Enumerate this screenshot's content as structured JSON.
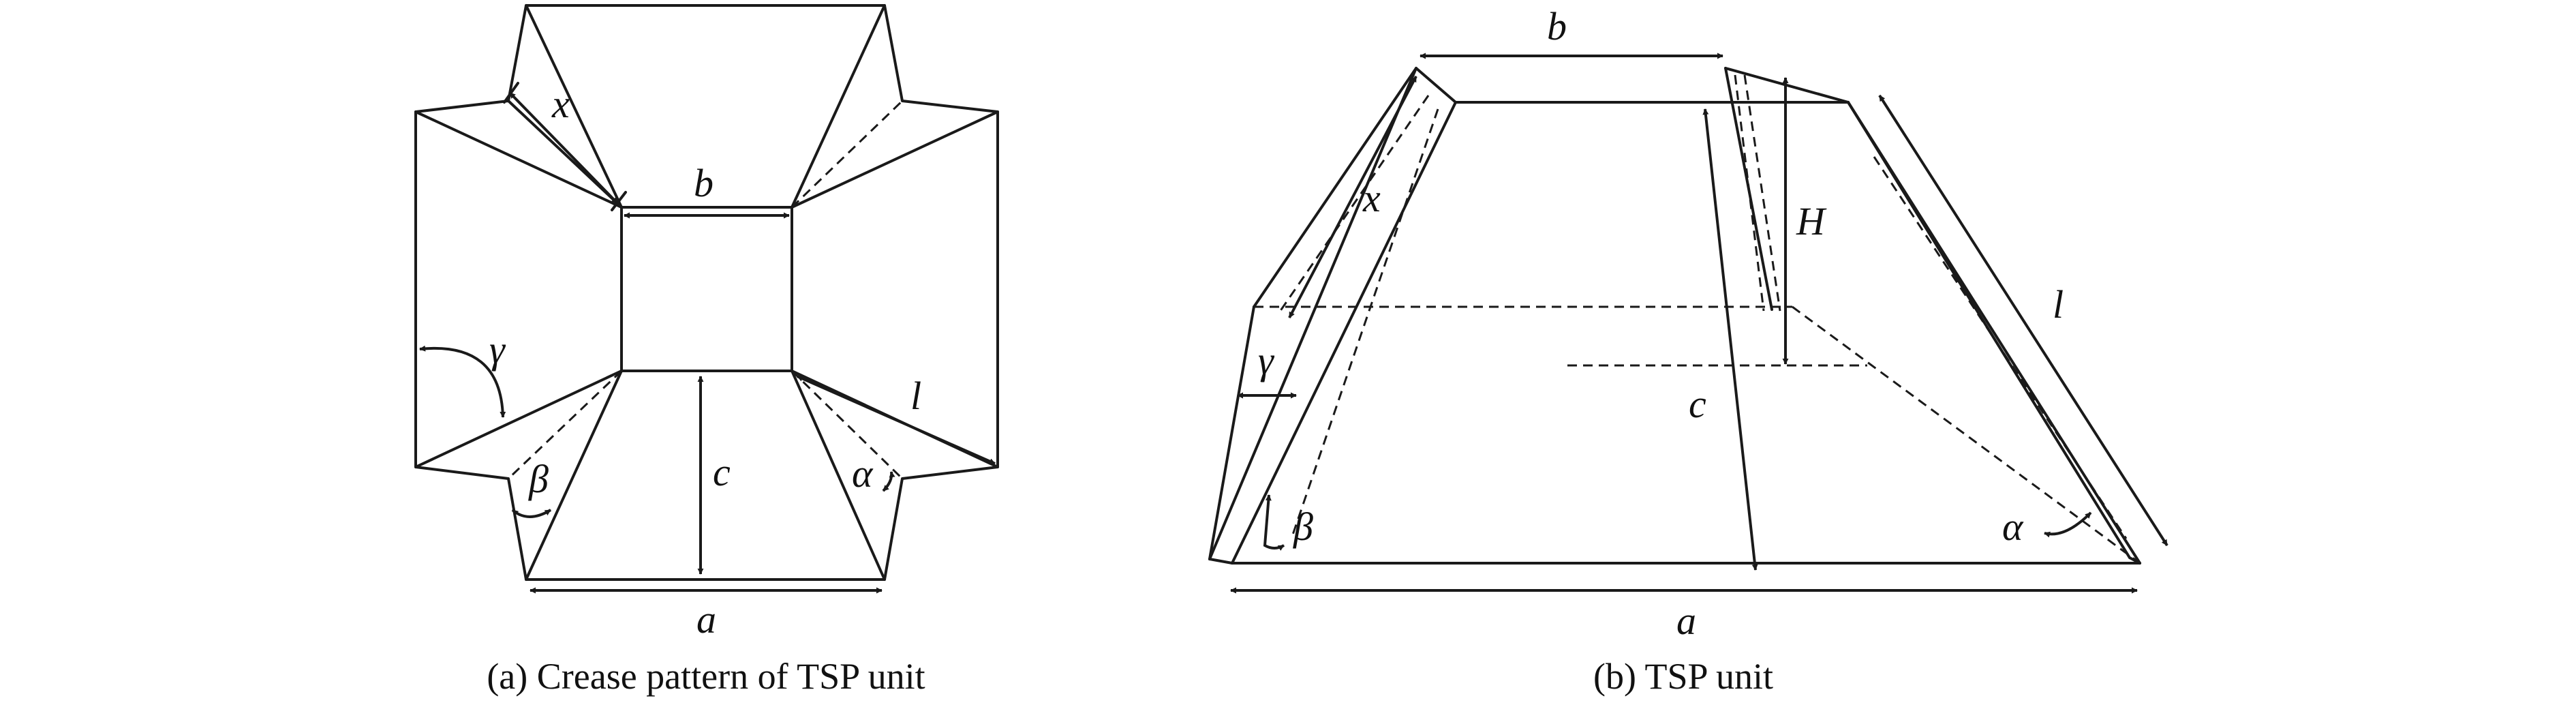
{
  "panel_a": {
    "caption": "(a) Crease pattern of TSP unit",
    "labels": {
      "x": "x",
      "b": "b",
      "gamma": "γ",
      "l": "l",
      "c": "c",
      "beta": "β",
      "alpha": "α",
      "a": "a"
    }
  },
  "panel_b": {
    "caption": "(b) TSP unit",
    "labels": {
      "b": "b",
      "x": "x",
      "H": "H",
      "l": "l",
      "c": "c",
      "gamma": "γ",
      "beta": "β",
      "alpha": "α",
      "a": "a"
    }
  }
}
